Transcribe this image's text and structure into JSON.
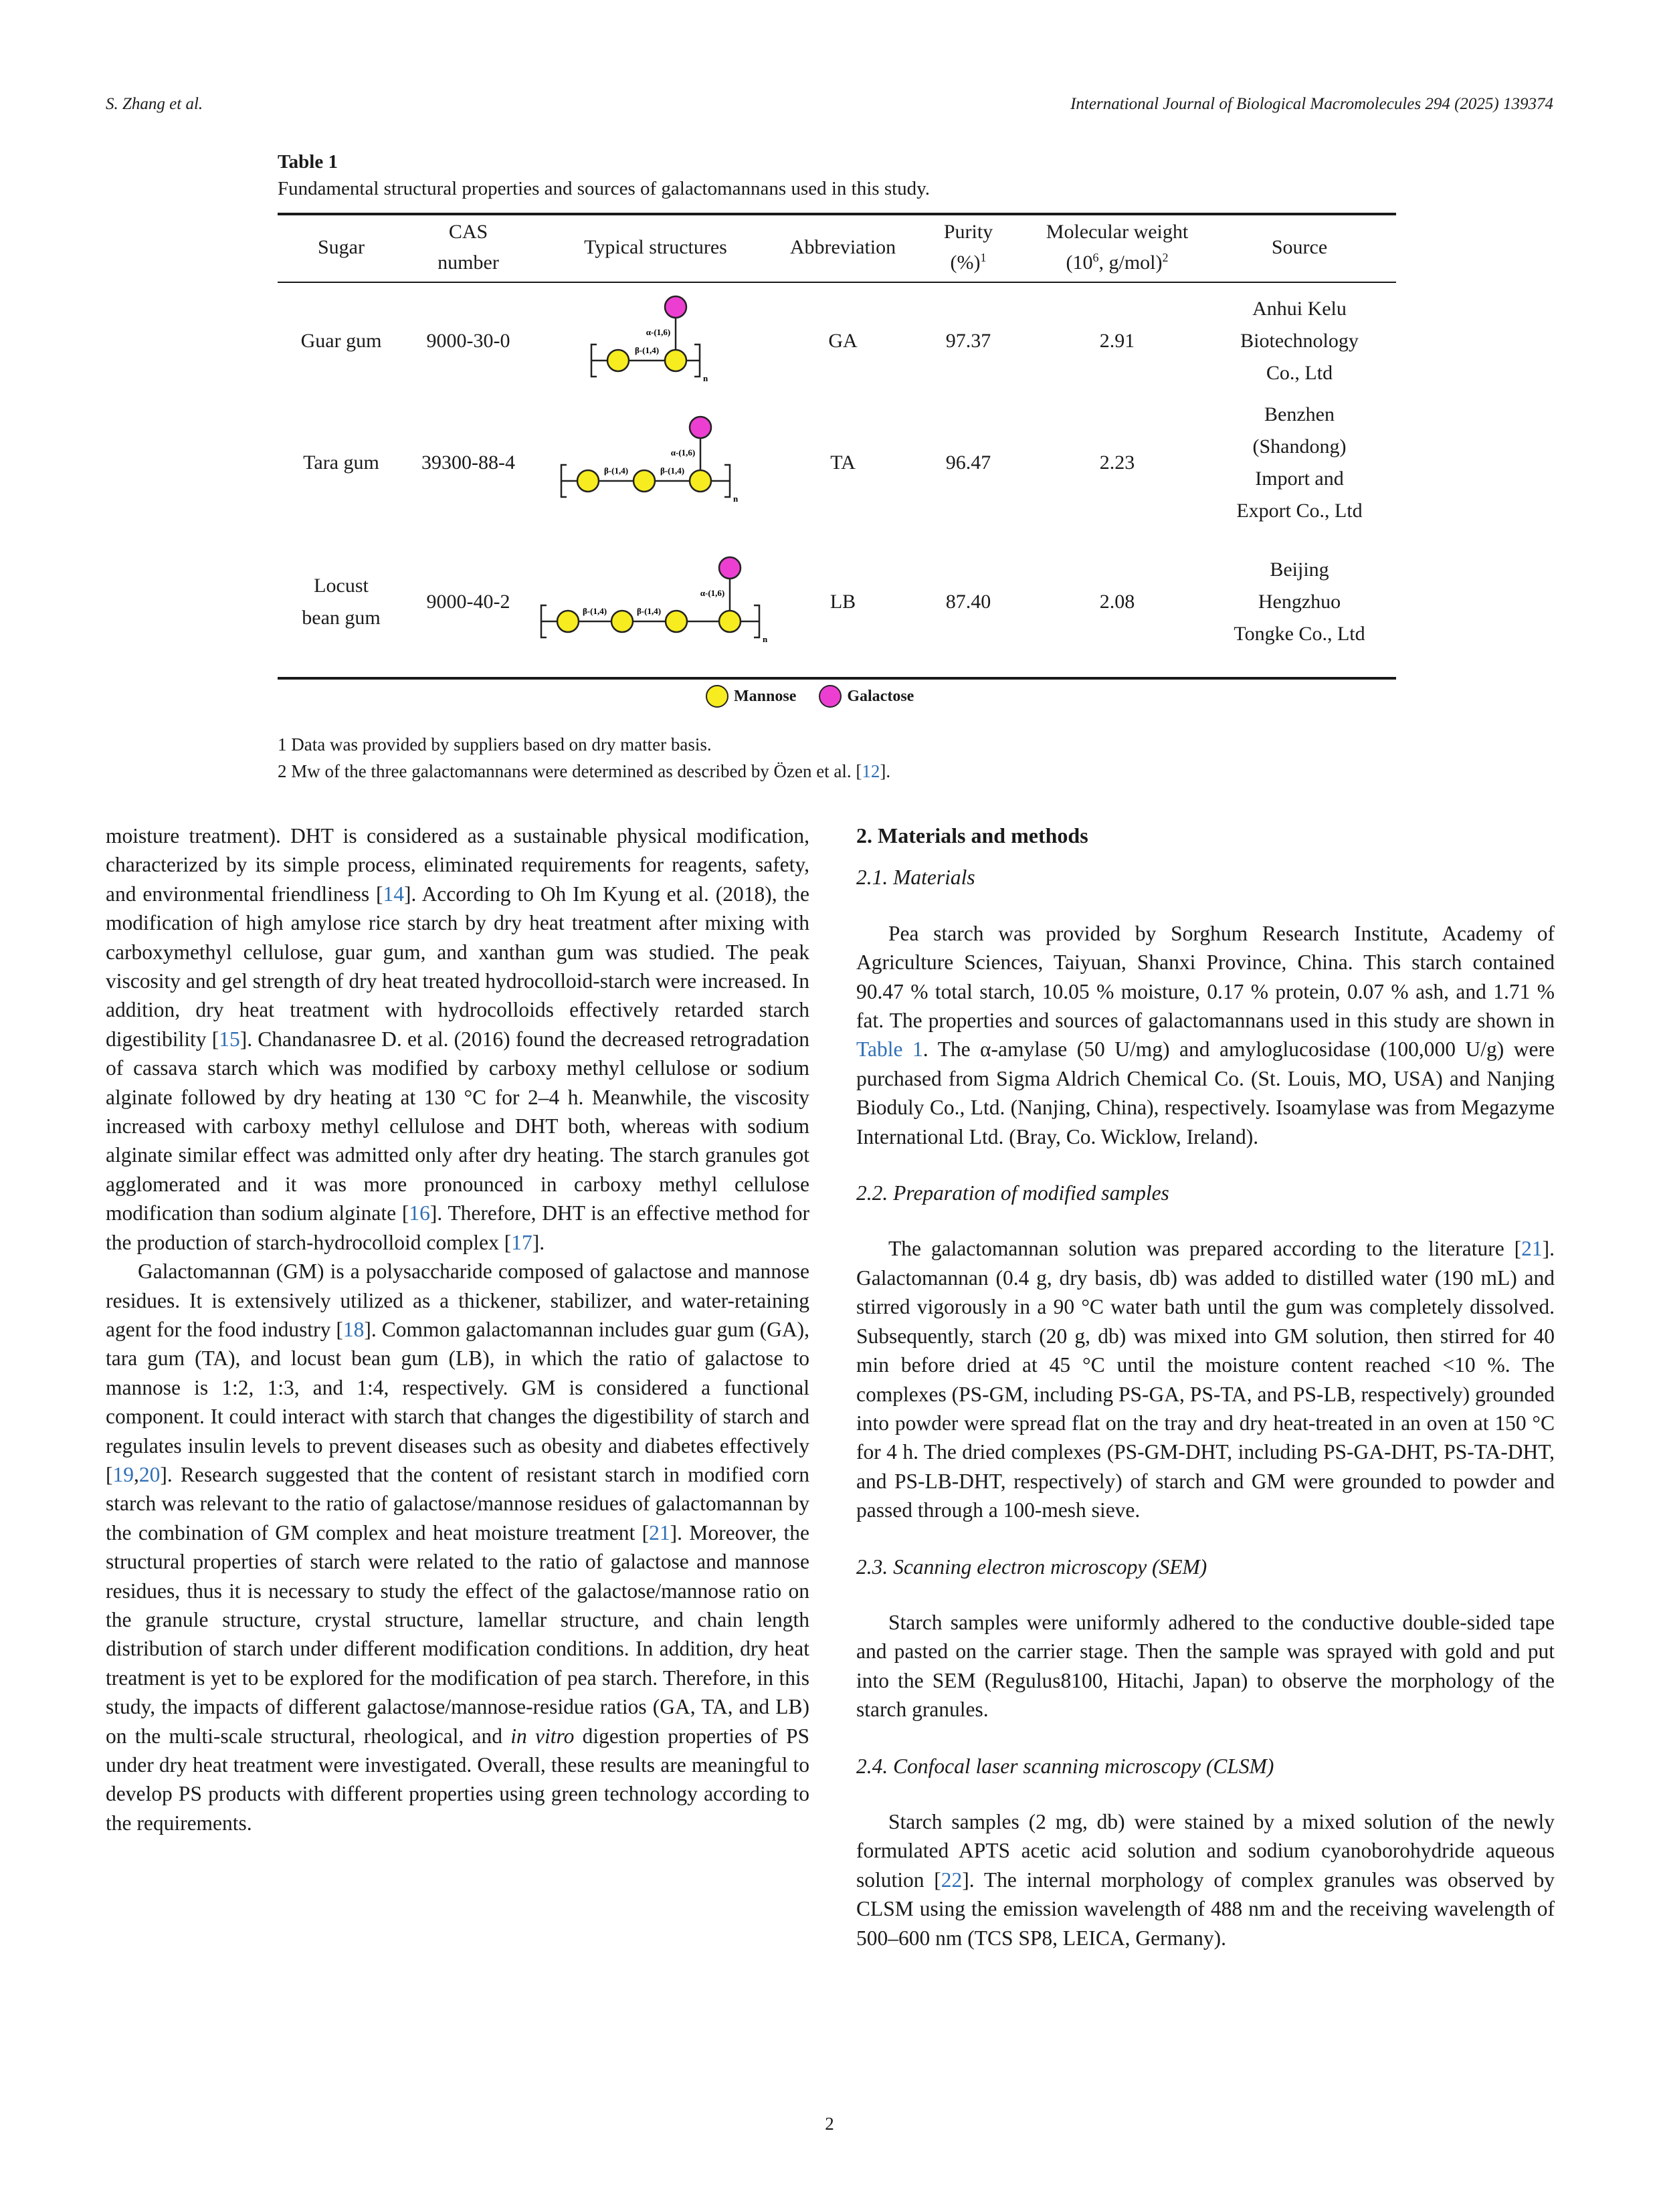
{
  "header": {
    "left": "S. Zhang et al.",
    "right": "International Journal of Biological Macromolecules 294 (2025) 139374"
  },
  "table": {
    "label": "Table 1",
    "caption": "Fundamental structural properties and sources of galactomannans used in this study.",
    "headers": {
      "sugar": "Sugar",
      "cas_l1": "CAS",
      "cas_l2": "number",
      "structures": "Typical structures",
      "abbreviation": "Abbreviation",
      "purity_l1": "Purity",
      "purity_l2": "(%)",
      "purity_sup": "1",
      "mw_l1": "Molecular weight",
      "mw_l2a": "(10",
      "mw_l2sup": "6",
      "mw_l2b": ", g/mol)",
      "mw_sup": "2",
      "source": "Source"
    },
    "rows": [
      {
        "sugar": [
          "Guar gum"
        ],
        "cas": "9000-30-0",
        "abbr": "GA",
        "purity": "97.37",
        "mw": "2.91",
        "source": [
          "Anhui Kelu",
          "Biotechnology",
          "Co., Ltd"
        ],
        "beta_labels": [
          "β-(1,4)"
        ],
        "alpha_label": "α-(1,6)",
        "n": "n"
      },
      {
        "sugar": [
          "Tara gum"
        ],
        "cas": "39300-88-4",
        "abbr": "TA",
        "purity": "96.47",
        "mw": "2.23",
        "source": [
          "Benzhen",
          "(Shandong)",
          "Import and",
          "Export Co., Ltd"
        ],
        "beta_labels": [
          "β-(1,4)",
          "β-(1,4)"
        ],
        "alpha_label": "α-(1,6)",
        "n": "n"
      },
      {
        "sugar": [
          "Locust",
          "bean gum"
        ],
        "cas": "9000-40-2",
        "abbr": "LB",
        "purity": "87.40",
        "mw": "2.08",
        "source": [
          "Beijing",
          "Hengzhuo",
          "Tongke Co., Ltd"
        ],
        "beta_labels": [
          "β-(1,4)",
          "β-(1,4)"
        ],
        "alpha_label": "α-(1,6)",
        "n": "n"
      }
    ],
    "legend": {
      "mannose": "Mannose",
      "galactose": "Galactose",
      "mannose_color": "#f7ec1f",
      "galactose_color": "#ec3fd1"
    },
    "footnotes": {
      "fn1": "1 Data was provided by suppliers based on dry matter basis.",
      "fn2_pre": "2 Mw of the three galactomannans were determined as described by Özen et al. [",
      "fn2_ref": "12",
      "fn2_post": "]."
    }
  },
  "left_column": {
    "p1_a": "moisture treatment). DHT is considered as a sustainable physical modification, characterized by its simple process, eliminated requirements for reagents, safety, and environmental friendliness [",
    "p1_r1": "14",
    "p1_b": "]. According to Oh Im Kyung et al. (2018), the modification of high amylose rice starch by dry heat treatment after mixing with carboxymethyl cellulose, guar gum, and xanthan gum was studied. The peak viscosity and gel strength of dry heat treated hydrocolloid-starch were increased. In addition, dry heat treatment with hydrocolloids effectively retarded starch digestibility [",
    "p1_r2": "15",
    "p1_c": "]. Chandanasree D. et al. (2016) found the decreased retrogradation of cassava starch which was modified by carboxy methyl cellulose or sodium alginate followed by dry heating at 130 °C for 2–4 h. Meanwhile, the viscosity increased with carboxy methyl cellulose and DHT both, whereas with sodium alginate similar effect was admitted only after dry heating. The starch granules got agglomerated and it was more pronounced in carboxy methyl cellulose modification than sodium alginate [",
    "p1_r3": "16",
    "p1_d": "]. Therefore, DHT is an effective method for the production of starch-hydrocolloid complex [",
    "p1_r4": "17",
    "p1_e": "].",
    "p2_a": "Galactomannan (GM) is a polysaccharide composed of galactose and mannose residues. It is extensively utilized as a thickener, stabilizer, and water-retaining agent for the food industry [",
    "p2_r1": "18",
    "p2_b": "]. Common galactomannan includes guar gum (GA), tara gum (TA), and locust bean gum (LB), in which the ratio of galactose to mannose is 1:2, 1:3, and 1:4, respectively. GM is considered a functional component. It could interact with starch that changes the digestibility of starch and regulates insulin levels to prevent diseases such as obesity and diabetes effectively [",
    "p2_r2": "19",
    "p2_comma": ",",
    "p2_r3": "20",
    "p2_c": "]. Research suggested that the content of resistant starch in modified corn starch was relevant to the ratio of galactose/mannose residues of galactomannan by the combination of GM complex and heat moisture treatment [",
    "p2_r4": "21",
    "p2_d": "]. Moreover, the structural properties of starch were related to the ratio of galactose and mannose residues, thus it is necessary to study the effect of the galactose/mannose ratio on the granule structure, crystal structure, lamellar structure, and chain length distribution of starch under different modification conditions. In addition, dry heat treatment is yet to be explored for the modification of pea starch. Therefore, in this study, the impacts of different galactose/mannose-residue ratios (GA, TA, and LB) on the multi-scale structural, rheological, and ",
    "p2_italic": "in vitro",
    "p2_e": " digestion properties of PS under dry heat treatment were investigated. Overall, these results are meaningful to develop PS products with different properties using green technology according to the requirements."
  },
  "right_column": {
    "sec2": "2. Materials and methods",
    "s21": "2.1. Materials",
    "s21_a": "Pea starch was provided by Sorghum Research Institute, Academy of Agriculture Sciences, Taiyuan, Shanxi Province, China. This starch contained 90.47 % total starch, 10.05 % moisture, 0.17 % protein, 0.07 % ash, and 1.71 % fat. The properties and sources of galactomannans used in this study are shown in ",
    "s21_link": "Table 1",
    "s21_b": ". The α-amylase (50 U/mg) and amyloglucosidase (100,000 U/g) were purchased from Sigma Aldrich Chemical Co. (St. Louis, MO, USA) and Nanjing Bioduly Co., Ltd. (Nanjing, China), respectively. Isoamylase was from Megazyme International Ltd. (Bray, Co. Wicklow, Ireland).",
    "s22": "2.2. Preparation of modified samples",
    "s22_a": "The galactomannan solution was prepared according to the literature [",
    "s22_r": "21",
    "s22_b": "]. Galactomannan (0.4 g, dry basis, db) was added to distilled water (190 mL) and stirred vigorously in a 90 °C water bath until the gum was completely dissolved. Subsequently, starch (20 g, db) was mixed into GM solution, then stirred for 40 min before dried at 45 °C until the moisture content reached <10 %. The complexes (PS-GM, including PS-GA, PS-TA, and PS-LB, respectively) grounded into powder were spread flat on the tray and dry heat-treated in an oven at 150 °C for 4 h. The dried complexes (PS-GM-DHT, including PS-GA-DHT, PS-TA-DHT, and PS-LB-DHT, respectively) of starch and GM were grounded to powder and passed through a 100-mesh sieve.",
    "s23": "2.3. Scanning electron microscopy (SEM)",
    "s23_a": "Starch samples were uniformly adhered to the conductive double-sided tape and pasted on the carrier stage. Then the sample was sprayed with gold and put into the SEM (Regulus8100, Hitachi, Japan) to observe the morphology of the starch granules.",
    "s24": "2.4. Confocal laser scanning microscopy (CLSM)",
    "s24_a": "Starch samples (2 mg, db) were stained by a mixed solution of the newly formulated APTS acetic acid solution and sodium cyanoborohydride aqueous solution [",
    "s24_r": "22",
    "s24_b": "]. The internal morphology of complex granules was observed by CLSM using the emission wavelength of 488 nm and the receiving wavelength of 500–600 nm (TCS SP8, LEICA, Germany)."
  },
  "page_number": "2"
}
